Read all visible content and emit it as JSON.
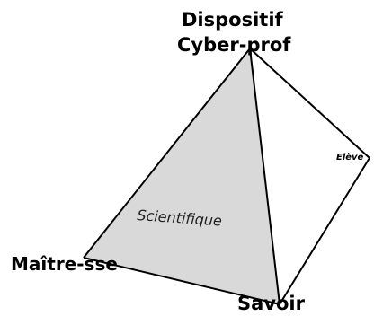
{
  "diagram": {
    "vertices": {
      "top_line1": "Dispositif",
      "top_line2": "Cyber-prof",
      "left": "Maître-sse",
      "bottom": "Savoir",
      "right": "Elève"
    },
    "face_label": "Scientifique",
    "colors": {
      "face_fill": "#d9d9d9",
      "stroke": "#000000"
    }
  }
}
